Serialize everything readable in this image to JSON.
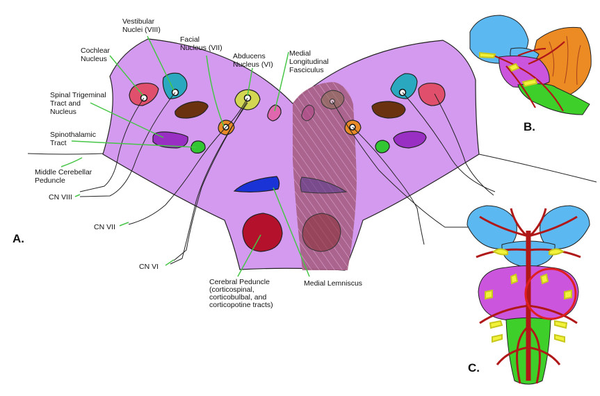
{
  "panels": {
    "a": "A.",
    "b": "B.",
    "c": "C."
  },
  "labels": {
    "vestibular": [
      "Vestibular",
      "Nuclei (VIII)"
    ],
    "cochlear": [
      "Cochlear",
      "Nucleus"
    ],
    "facial": [
      "Facial",
      "Nucleus (VII)"
    ],
    "abducens": [
      "Abducens",
      "Nucleus (VI)"
    ],
    "mlf": [
      "Medial",
      "Longitudinal",
      "Fasciculus"
    ],
    "spinal_trigeminal": [
      "Spinal Trigeminal",
      "Tract and",
      "Nucleus"
    ],
    "spinothalamic": [
      "Spinothalamic",
      "Tract"
    ],
    "mcp": [
      "Middle Cerebellar",
      "Peduncle"
    ],
    "cn8": "CN VIII",
    "cn7": "CN VII",
    "cn6": "CN VI",
    "cerebral_peduncle": [
      "Cerebral Peduncle",
      "(corticospinal,",
      "corticobulbal, and",
      "corticopotine tracts)"
    ],
    "medial_lemniscus": "Medial Lemniscus"
  },
  "colors": {
    "pons": "#d49af0",
    "cochlear": "#e0506c",
    "vestibular": "#2aa8c0",
    "trigeminal": "#6b3210",
    "spinothalamic": "#9a2fc4",
    "spinothalamic_small": "#33c633",
    "facial": "#e98a28",
    "abducens": "#d2d650",
    "mlf": "#e066ae",
    "medial_lemniscus": "#1933d6",
    "cerebral_peduncle": "#b4122c",
    "hatch": "#9c4870",
    "leader": "#46c546",
    "cerebrum": "#5cb8f0",
    "cerebellum": "#ec8a24",
    "pons_small": "#cc55dd",
    "medulla": "#3fcf2a",
    "artery": "#b01818",
    "nerves": "#f2f23a",
    "highlight": "#e02020"
  }
}
